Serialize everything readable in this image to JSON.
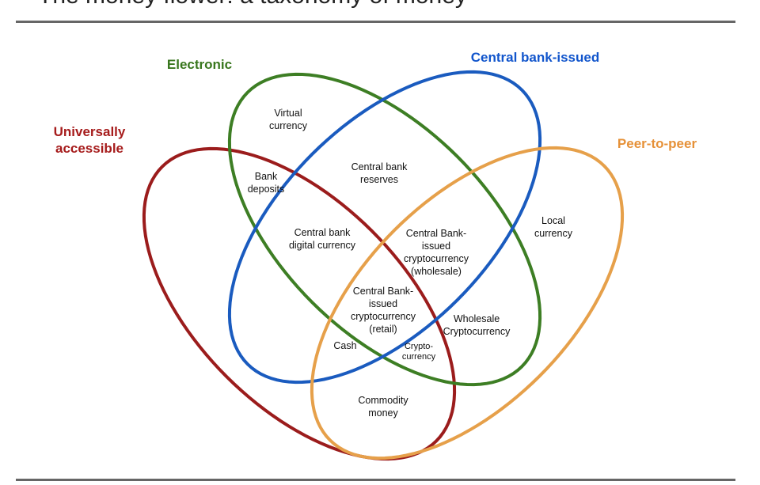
{
  "title": "The money flower: a taxonomy of money",
  "colors": {
    "universal": "#a61c1c",
    "electronic": "#38761d",
    "central": "#1155cc",
    "p2p": "#e69138"
  },
  "sets": {
    "electronic": "Electronic",
    "central": "Central bank-issued",
    "universal": [
      "Universally",
      "accessible"
    ],
    "p2p": "Peer-to-peer"
  },
  "regions": {
    "virtual": [
      "Virtual",
      "currency"
    ],
    "reserves": [
      "Central bank",
      "reserves"
    ],
    "deposits": [
      "Bank",
      "deposits"
    ],
    "cbdc": [
      "Central bank",
      "digital currency"
    ],
    "cbcc_wholesale": [
      "Central Bank-",
      "issued",
      "cryptocurrency",
      "(wholesale)"
    ],
    "local": [
      "Local",
      "currency"
    ],
    "cbcc_retail": [
      "Central Bank-",
      "issued",
      "cryptocurrency",
      "(retail)"
    ],
    "wholesale_crypto": [
      "Wholesale",
      "Cryptocurrency"
    ],
    "cash": "Cash",
    "crypto": [
      "Crypto-",
      "currency"
    ],
    "commodity": [
      "Commodity",
      "money"
    ]
  }
}
